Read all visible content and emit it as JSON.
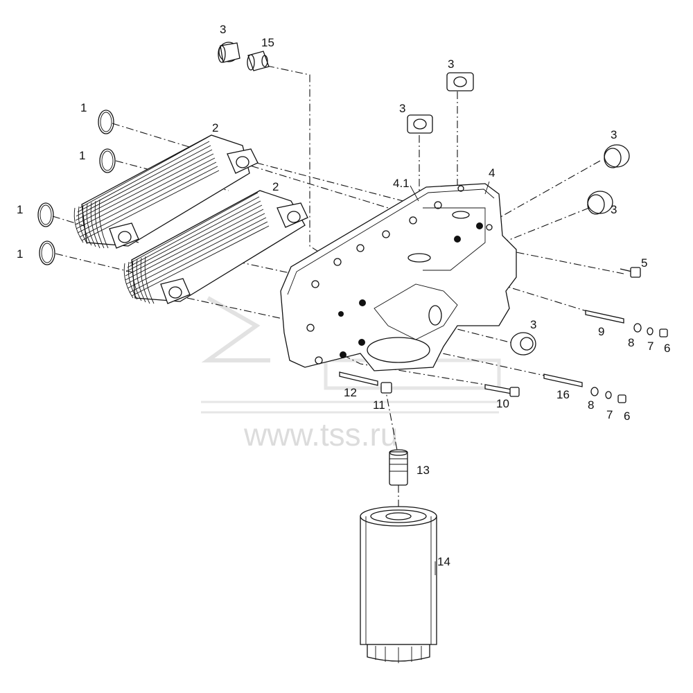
{
  "watermark": {
    "url": "www.tss.ru"
  },
  "callouts": {
    "c1a": "1",
    "c1b": "1",
    "c1c": "1",
    "c1d": "1",
    "c2a": "2",
    "c2b": "2",
    "c3a": "3",
    "c3b": "3",
    "c3c": "3",
    "c3d": "3",
    "c3e": "3",
    "c3f": "3",
    "c41": "4.1",
    "c4": "4",
    "c5": "5",
    "c6a": "6",
    "c6b": "6",
    "c7a": "7",
    "c7b": "7",
    "c8a": "8",
    "c8b": "8",
    "c9": "9",
    "c10": "10",
    "c11": "11",
    "c12": "12",
    "c13": "13",
    "c14": "14",
    "c15": "15",
    "c16": "16"
  }
}
